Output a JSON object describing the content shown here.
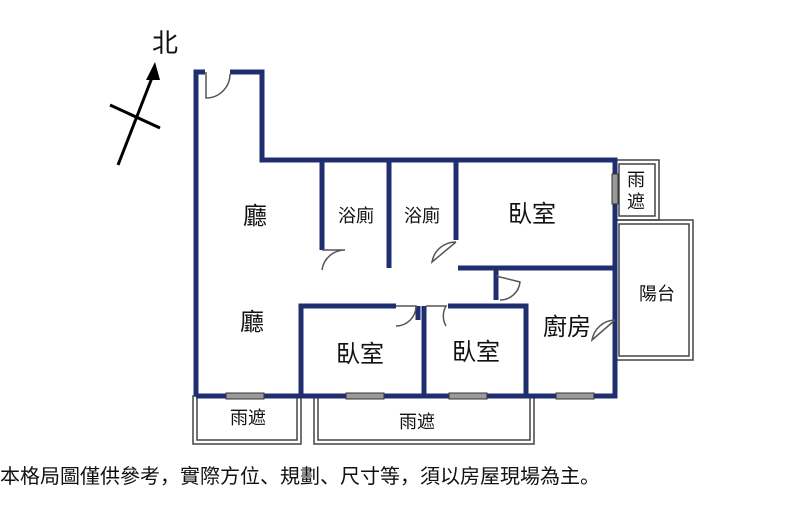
{
  "compass": {
    "label": "北"
  },
  "rooms": {
    "living_upper": "廳",
    "living_lower": "廳",
    "bath_1": "浴廁",
    "bath_2": "浴廁",
    "bedroom_top": "臥室",
    "bedroom_left": "臥室",
    "bedroom_mid": "臥室",
    "kitchen": "廚房",
    "rain_shelter_topright": "雨\n遮",
    "balcony": "陽台",
    "rain_shelter_left": "雨遮",
    "rain_shelter_bottom": "雨遮"
  },
  "disclaimer": "本格局圖僅供參考，實際方位、規劃、尺寸等，須以房屋現場為主。",
  "colors": {
    "wall": "#1f2e6e",
    "outline": "#333333"
  }
}
